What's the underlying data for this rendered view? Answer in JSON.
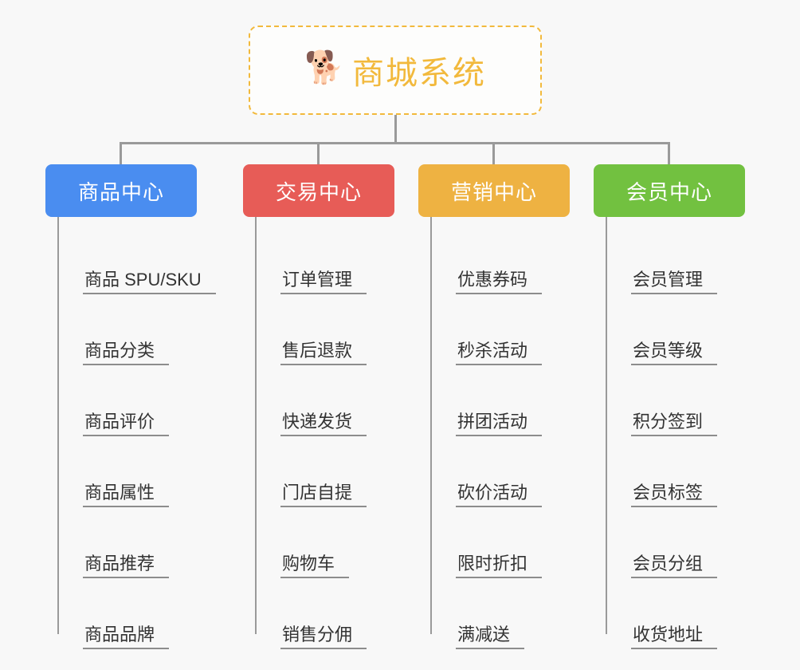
{
  "diagram": {
    "background_color": "#f8f8f8",
    "connector_color": "#9a9a9a",
    "root": {
      "icon": "shiba-dog-face-icon",
      "icon_glyph": "🐕",
      "title": "商城系统",
      "border_color": "#f2b93c",
      "text_color": "#f2b93c"
    },
    "columns": [
      {
        "title": "商品中心",
        "color": "#4a8df0",
        "items": [
          "商品 SPU/SKU",
          "商品分类",
          "商品评价",
          "商品属性",
          "商品推荐",
          "商品品牌"
        ]
      },
      {
        "title": "交易中心",
        "color": "#e75c57",
        "items": [
          "订单管理",
          "售后退款",
          "快递发货",
          "门店自提",
          "购物车",
          "销售分佣"
        ]
      },
      {
        "title": "营销中心",
        "color": "#eeb242",
        "items": [
          "优惠券码",
          "秒杀活动",
          "拼团活动",
          "砍价活动",
          "限时折扣",
          "满减送"
        ]
      },
      {
        "title": "会员中心",
        "color": "#72c140",
        "items": [
          "会员管理",
          "会员等级",
          "积分签到",
          "会员标签",
          "会员分组",
          "收货地址"
        ]
      }
    ]
  }
}
